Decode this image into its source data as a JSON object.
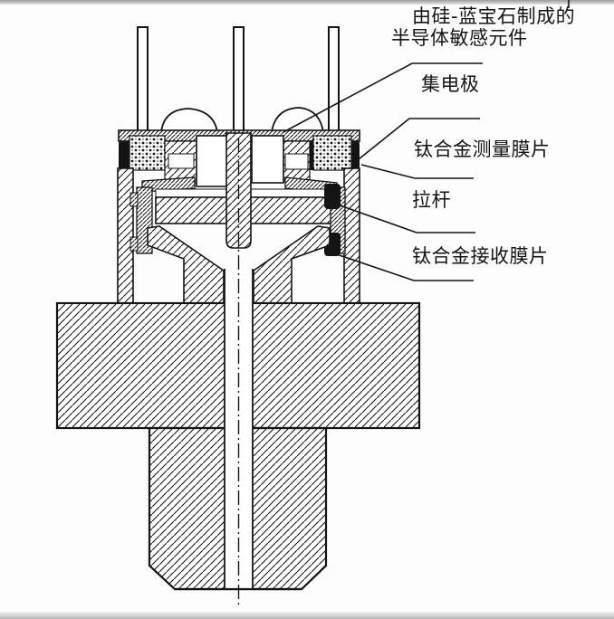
{
  "figure": {
    "type": "engineering-cross-section",
    "subject": "silicon-sapphire pressure transducer sensor",
    "line_color": "#141414",
    "background_color": "#fdfdfd"
  },
  "labels": {
    "sensing_element_line1": "由硅-蓝宝石制成的",
    "sensing_element_line2": "半导体敏感元件",
    "collector": "集电极",
    "measuring_diaphragm": "钛合金测量膜片",
    "pull_rod": "拉杆",
    "receiving_diaphragm": "钛合金接收膜片"
  }
}
